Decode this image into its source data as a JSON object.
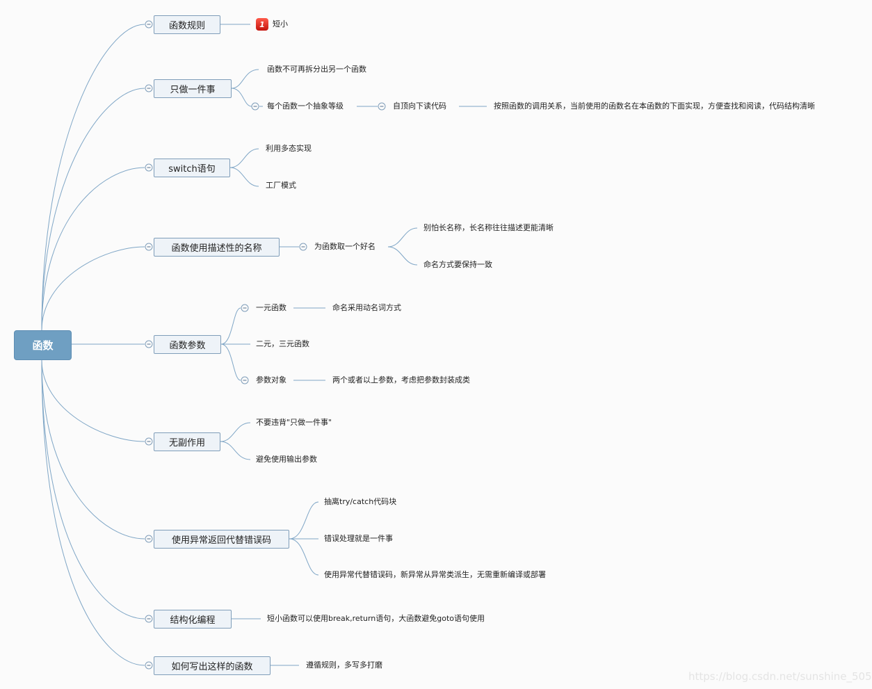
{
  "root": "函数",
  "topics": [
    {
      "label": "函数规则",
      "children": [
        "短小"
      ]
    },
    {
      "label": "只做一件事",
      "children": [
        "函数不可再拆分出另一个函数",
        "每个函数一个抽象等级",
        "自顶向下读代码",
        "按照函数的调用关系，当前使用的函数名在本函数的下面实现，方便查找和阅读，代码结构清晰"
      ]
    },
    {
      "label": "switch语句",
      "children": [
        "利用多态实现",
        "工厂模式"
      ]
    },
    {
      "label": "函数使用描述性的名称",
      "children": [
        "为函数取一个好名",
        "别怕长名称，长名称往往描述更能清晰",
        "命名方式要保持一致"
      ]
    },
    {
      "label": "函数参数",
      "children": [
        "一元函数",
        "命名采用动名词方式",
        "二元，三元函数",
        "参数对象",
        "两个或者以上参数，考虑把参数封装成类"
      ]
    },
    {
      "label": "无副作用",
      "children": [
        "不要违背\"只做一件事\"",
        "避免使用输出参数"
      ]
    },
    {
      "label": "使用异常返回代替错误码",
      "children": [
        "抽离try/catch代码块",
        "错误处理就是一件事",
        "使用异常代替错误码，新异常从异常类派生，无需重新编译或部署"
      ]
    },
    {
      "label": "结构化编程",
      "children": [
        "短小函数可以使用break,return语句，大函数避免goto语句使用"
      ]
    },
    {
      "label": "如何写出这样的函数",
      "children": [
        "遵循规则，多写多打磨"
      ]
    }
  ],
  "priority_marker": "1",
  "watermark": "https://blog.csdn.net/sunshine_505"
}
